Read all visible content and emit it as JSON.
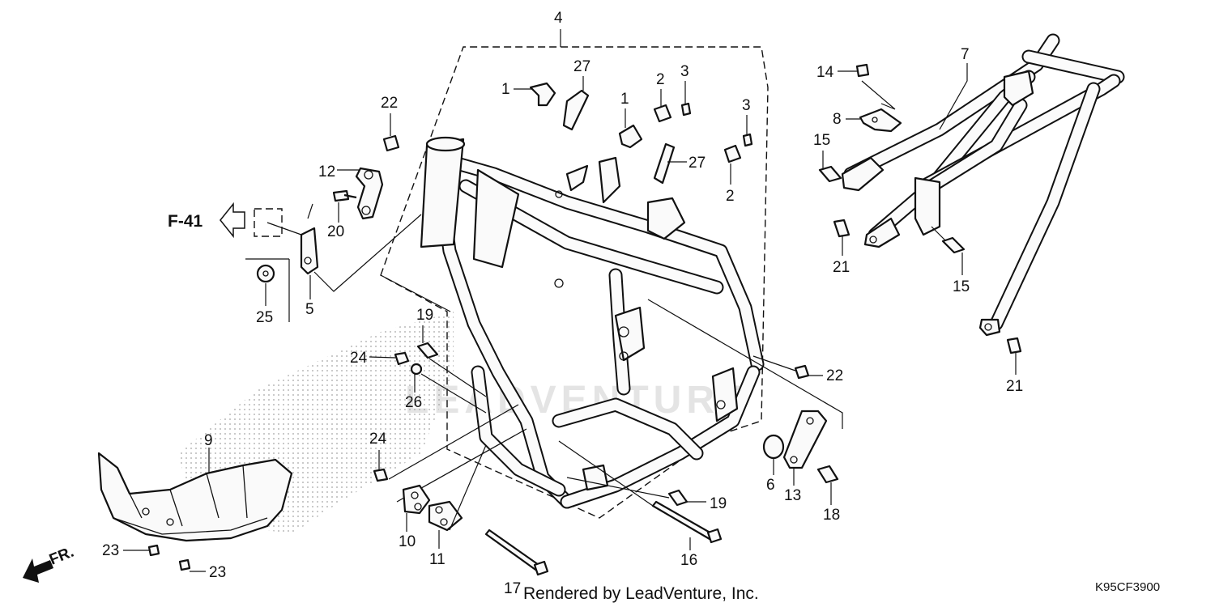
{
  "diagram": {
    "diagram_code": "K95CF3900",
    "credit": "Rendered by LeadVenture, Inc.",
    "reference_label": "F-41",
    "front_label": "FR.",
    "watermark": "LEADVENTURE",
    "callouts": {
      "c4": "4",
      "c1a": "1",
      "c27a": "27",
      "c1b": "1",
      "c2a": "2",
      "c3a": "3",
      "c3b": "3",
      "c27b": "27",
      "c2b": "2",
      "c22a": "22",
      "c12": "12",
      "c20": "20",
      "c5": "5",
      "c25": "25",
      "c19a": "19",
      "c24a": "24",
      "c26": "26",
      "c22b": "22",
      "c9": "9",
      "c24b": "24",
      "c10": "10",
      "c11": "11",
      "c23a": "23",
      "c23b": "23",
      "c17": "17",
      "c19b": "19",
      "c16": "16",
      "c6": "6",
      "c13": "13",
      "c18": "18",
      "c7": "7",
      "c14": "14",
      "c8": "8",
      "c15a": "15",
      "c21a": "21",
      "c15b": "15",
      "c21b": "21"
    }
  }
}
